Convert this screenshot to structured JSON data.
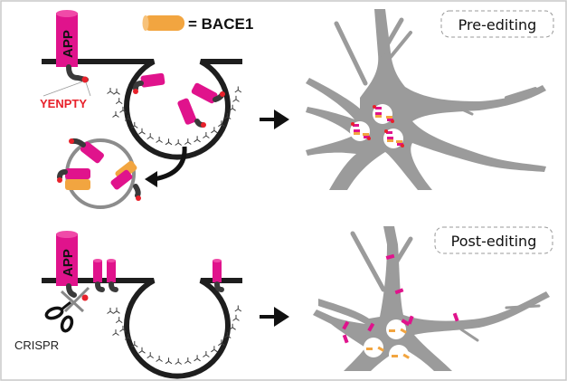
{
  "figure": {
    "legend": {
      "bace1_label": "= BACE1",
      "colors": {
        "app": "#e0138c",
        "bace1": "#f2a540",
        "yenpty_motif": "#e8212b",
        "neuron": "#9b9b9b",
        "membrane": "#1e1e1e"
      }
    },
    "top_panel": {
      "app_label": "APP",
      "motif_label": "YENPTY",
      "state_label": "Pre-editing"
    },
    "bottom_panel": {
      "app_label": "APP",
      "tool_label": "CRISPR",
      "state_label": "Post-editing"
    }
  }
}
